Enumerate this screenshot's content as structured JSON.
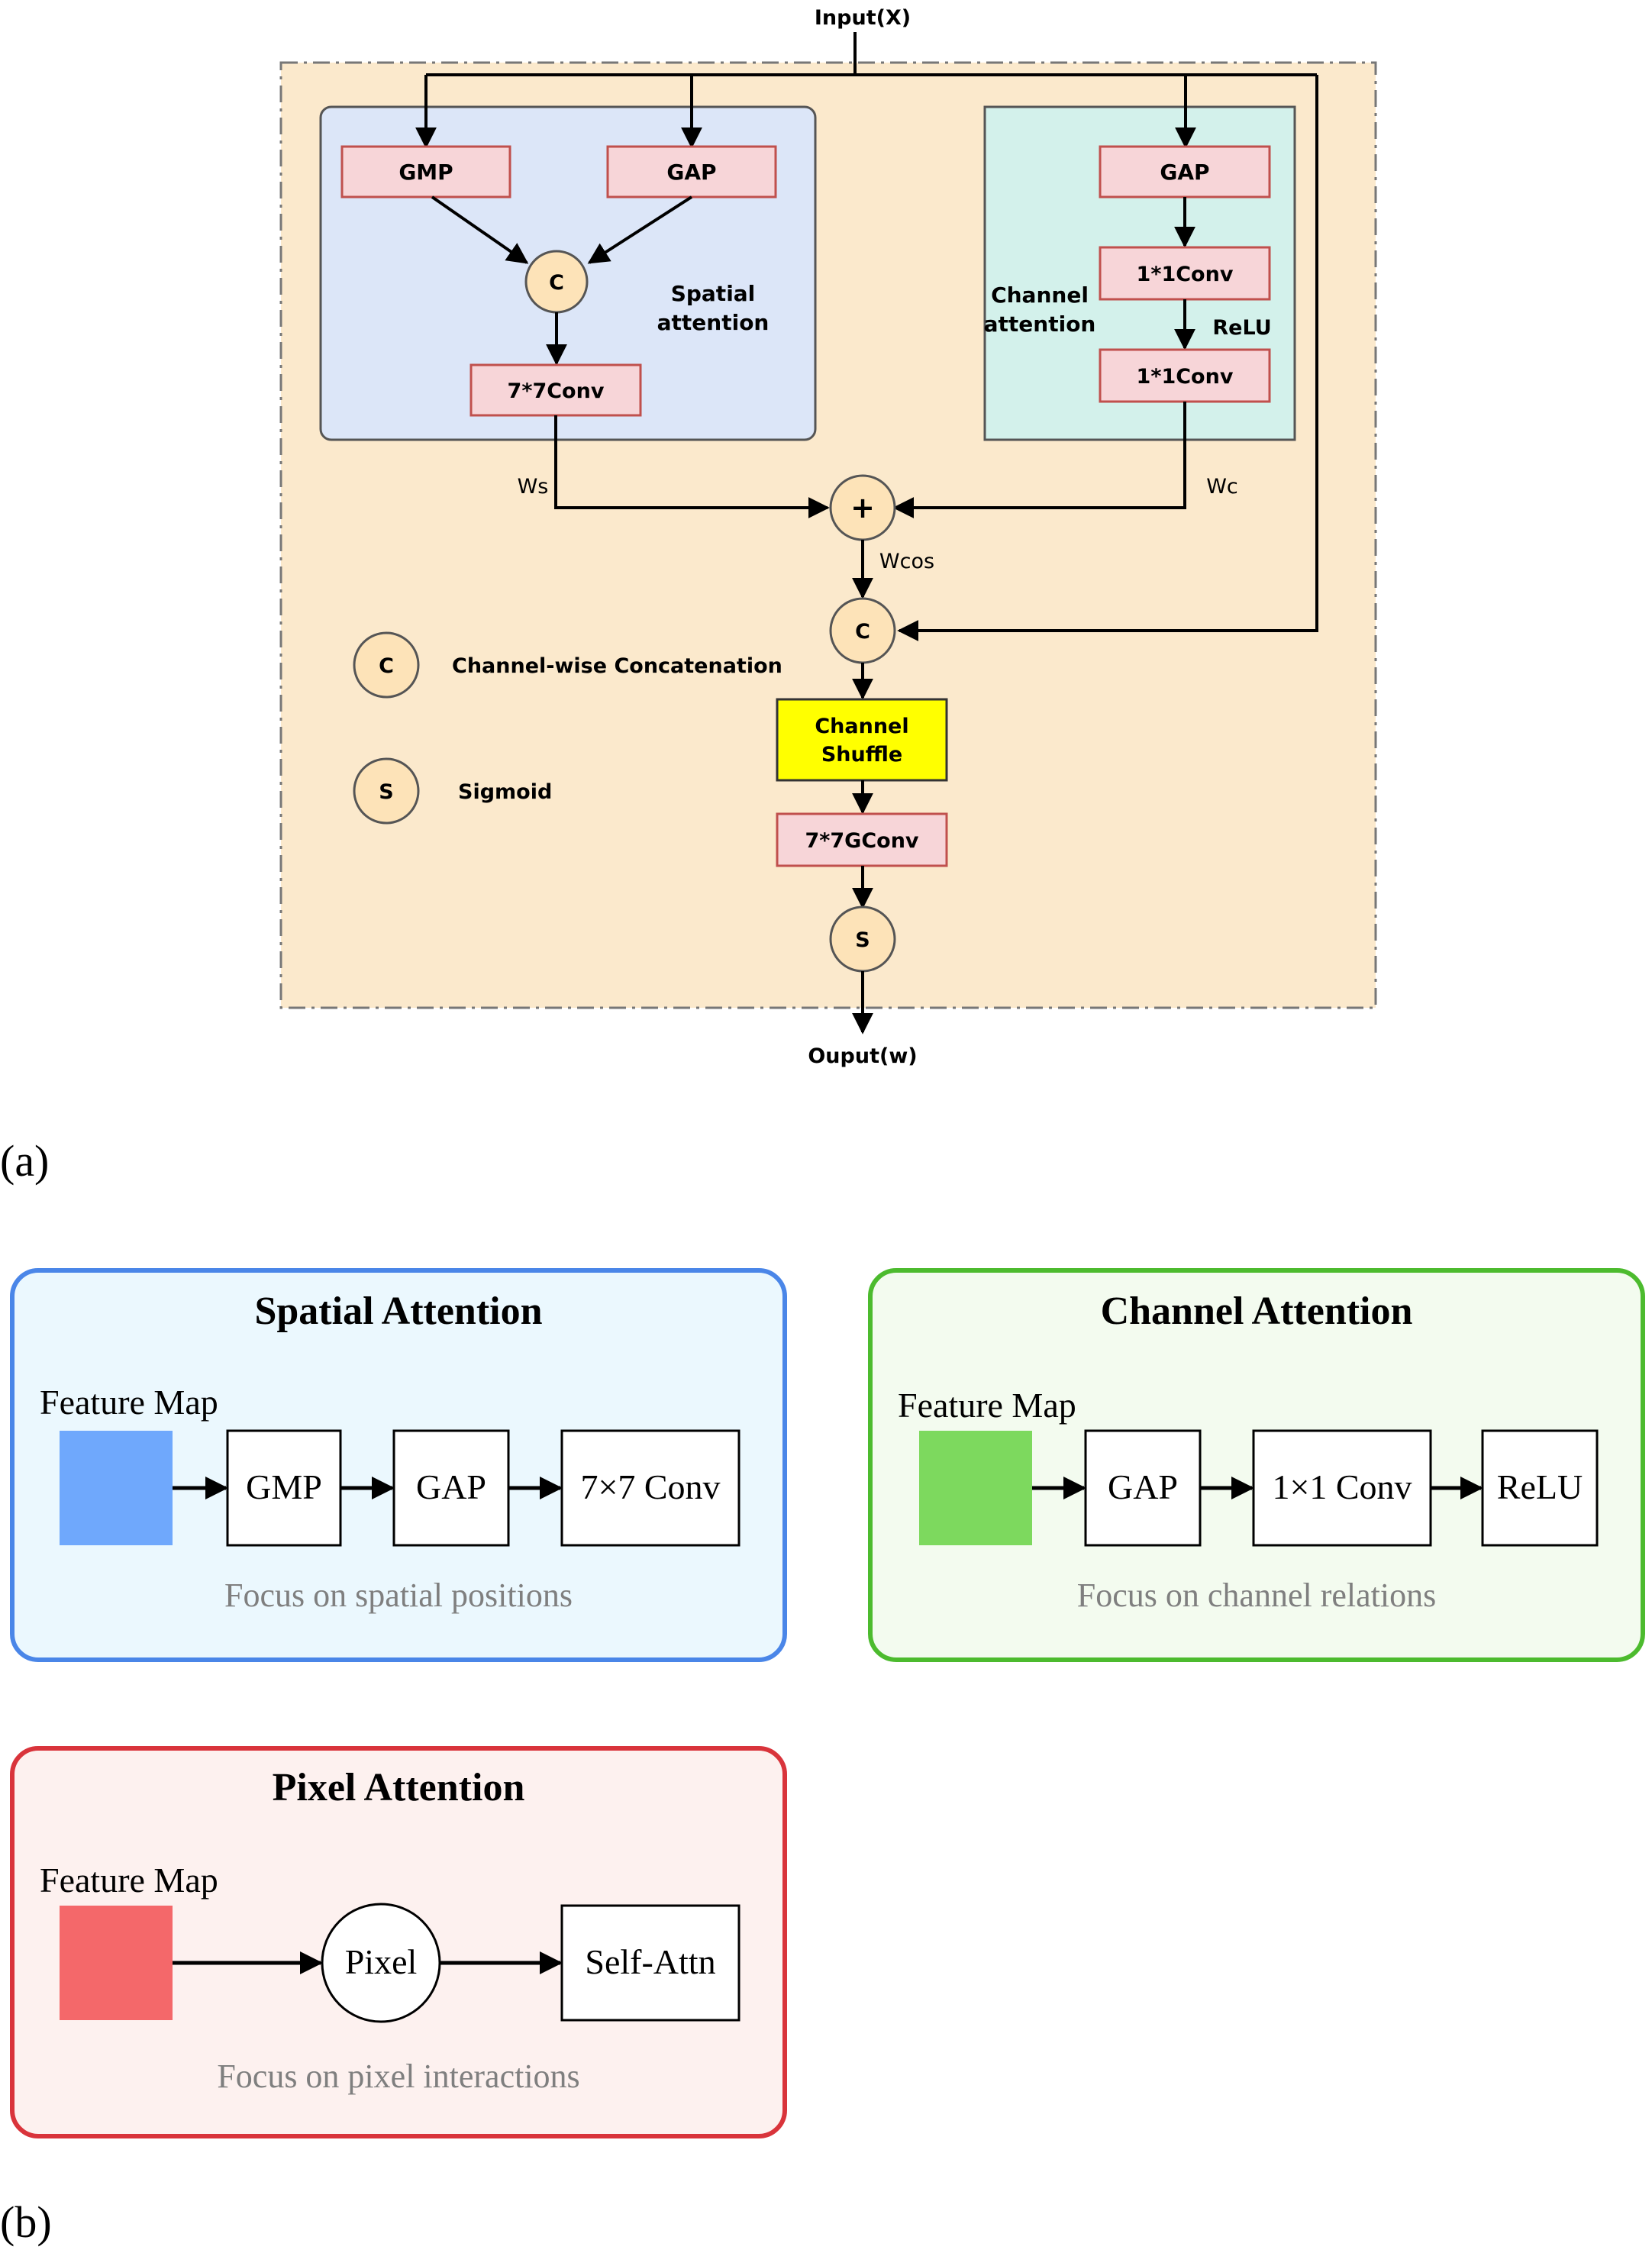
{
  "panel_a": {
    "input_label": "Input(X)",
    "output_label": "Ouput(w)",
    "spatial": {
      "gmp": "GMP",
      "gap": "GAP",
      "concat": "C",
      "title_line1": "Spatial",
      "title_line2": "attention",
      "conv": "7*7Conv"
    },
    "channel": {
      "gap": "GAP",
      "conv1": "1*1Conv",
      "relu": "ReLU",
      "conv2": "1*1Conv",
      "title_line1": "Channel",
      "title_line2": "attention"
    },
    "ws_label": "Ws",
    "wc_label": "Wc",
    "plus": "+",
    "wcos_label": "Wcos",
    "concat2": "C",
    "shuffle_line1": "Channel",
    "shuffle_line2": "Shuffle",
    "gconv": "7*7GConv",
    "sigmoid": "S",
    "legend": {
      "concat_symbol": "C",
      "concat_text": "Channel-wise Concatenation",
      "sigmoid_symbol": "S",
      "sigmoid_text": "Sigmoid"
    },
    "colors": {
      "panel_bg": "#fbe9cc",
      "spatial_bg": "#dce6f8",
      "channel_bg": "#d3f1eb",
      "block_fill": "#f7d5d8",
      "block_stroke": "#c0504d",
      "circle_fill": "#fde3b8",
      "shuffle_fill": "#ffff00"
    }
  },
  "caption_a": "(a)",
  "panel_b": {
    "spatial": {
      "title": "Spatial Attention",
      "feature_label": "Feature Map",
      "block1": "GMP",
      "block2": "GAP",
      "block3": "7×7 Conv",
      "caption": "Focus on spatial positions"
    },
    "channel": {
      "title": "Channel Attention",
      "feature_label": "Feature Map",
      "block1": "GAP",
      "block2": "1×1 Conv",
      "block3": "ReLU",
      "caption": "Focus on channel relations"
    },
    "pixel": {
      "title": "Pixel Attention",
      "feature_label": "Feature Map",
      "block1": "Pixel",
      "block2": "Self-Attn",
      "caption": "Focus on pixel interactions"
    },
    "colors": {
      "spatial_border": "#4a86e8",
      "spatial_bg": "#ebf8fe",
      "spatial_square": "#6fa8fc",
      "channel_border": "#4cbb2e",
      "channel_bg": "#f3fbef",
      "channel_square": "#7dd95e",
      "pixel_border": "#d9343b",
      "pixel_bg": "#fdf1ef",
      "pixel_square": "#f4686a"
    }
  },
  "caption_b": "(b)"
}
